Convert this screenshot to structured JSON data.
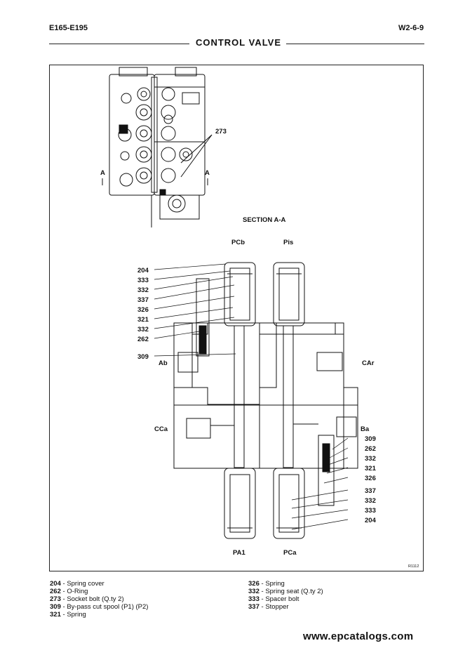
{
  "header": {
    "model": "E165-E195",
    "page_ref": "W2-6-9",
    "title": "CONTROL VALVE"
  },
  "figure": {
    "top_callout": "273",
    "section_mark": "A",
    "section_title": "SECTION A-A",
    "ports": {
      "pcb": "PCb",
      "pis": "Pis",
      "ab": "Ab",
      "car": "CAr",
      "cca": "CCa",
      "ba": "Ba",
      "pa1": "PA1",
      "pca": "PCa"
    },
    "left_callouts": [
      "204",
      "333",
      "332",
      "337",
      "326",
      "321",
      "332",
      "262",
      "309"
    ],
    "right_callouts": [
      "309",
      "262",
      "332",
      "321",
      "326",
      "337",
      "332",
      "333",
      "204"
    ],
    "ref_code": "R1112"
  },
  "legend": {
    "left": [
      {
        "num": "204",
        "desc": "Spring cover"
      },
      {
        "num": "262",
        "desc": "O-Ring"
      },
      {
        "num": "273",
        "desc": "Socket bolt",
        "qty": "(Q.ty 2)"
      },
      {
        "num": "309",
        "desc": "By-pass cut spool (P1) (P2)"
      },
      {
        "num": "321",
        "desc": "Spring"
      }
    ],
    "right": [
      {
        "num": "326",
        "desc": "Spring"
      },
      {
        "num": "332",
        "desc": "Spring seat",
        "qty": "(Q.ty 2)"
      },
      {
        "num": "333",
        "desc": "Spacer bolt"
      },
      {
        "num": "337",
        "desc": "Stopper"
      }
    ]
  },
  "watermark": "www.epcatalogs.com"
}
